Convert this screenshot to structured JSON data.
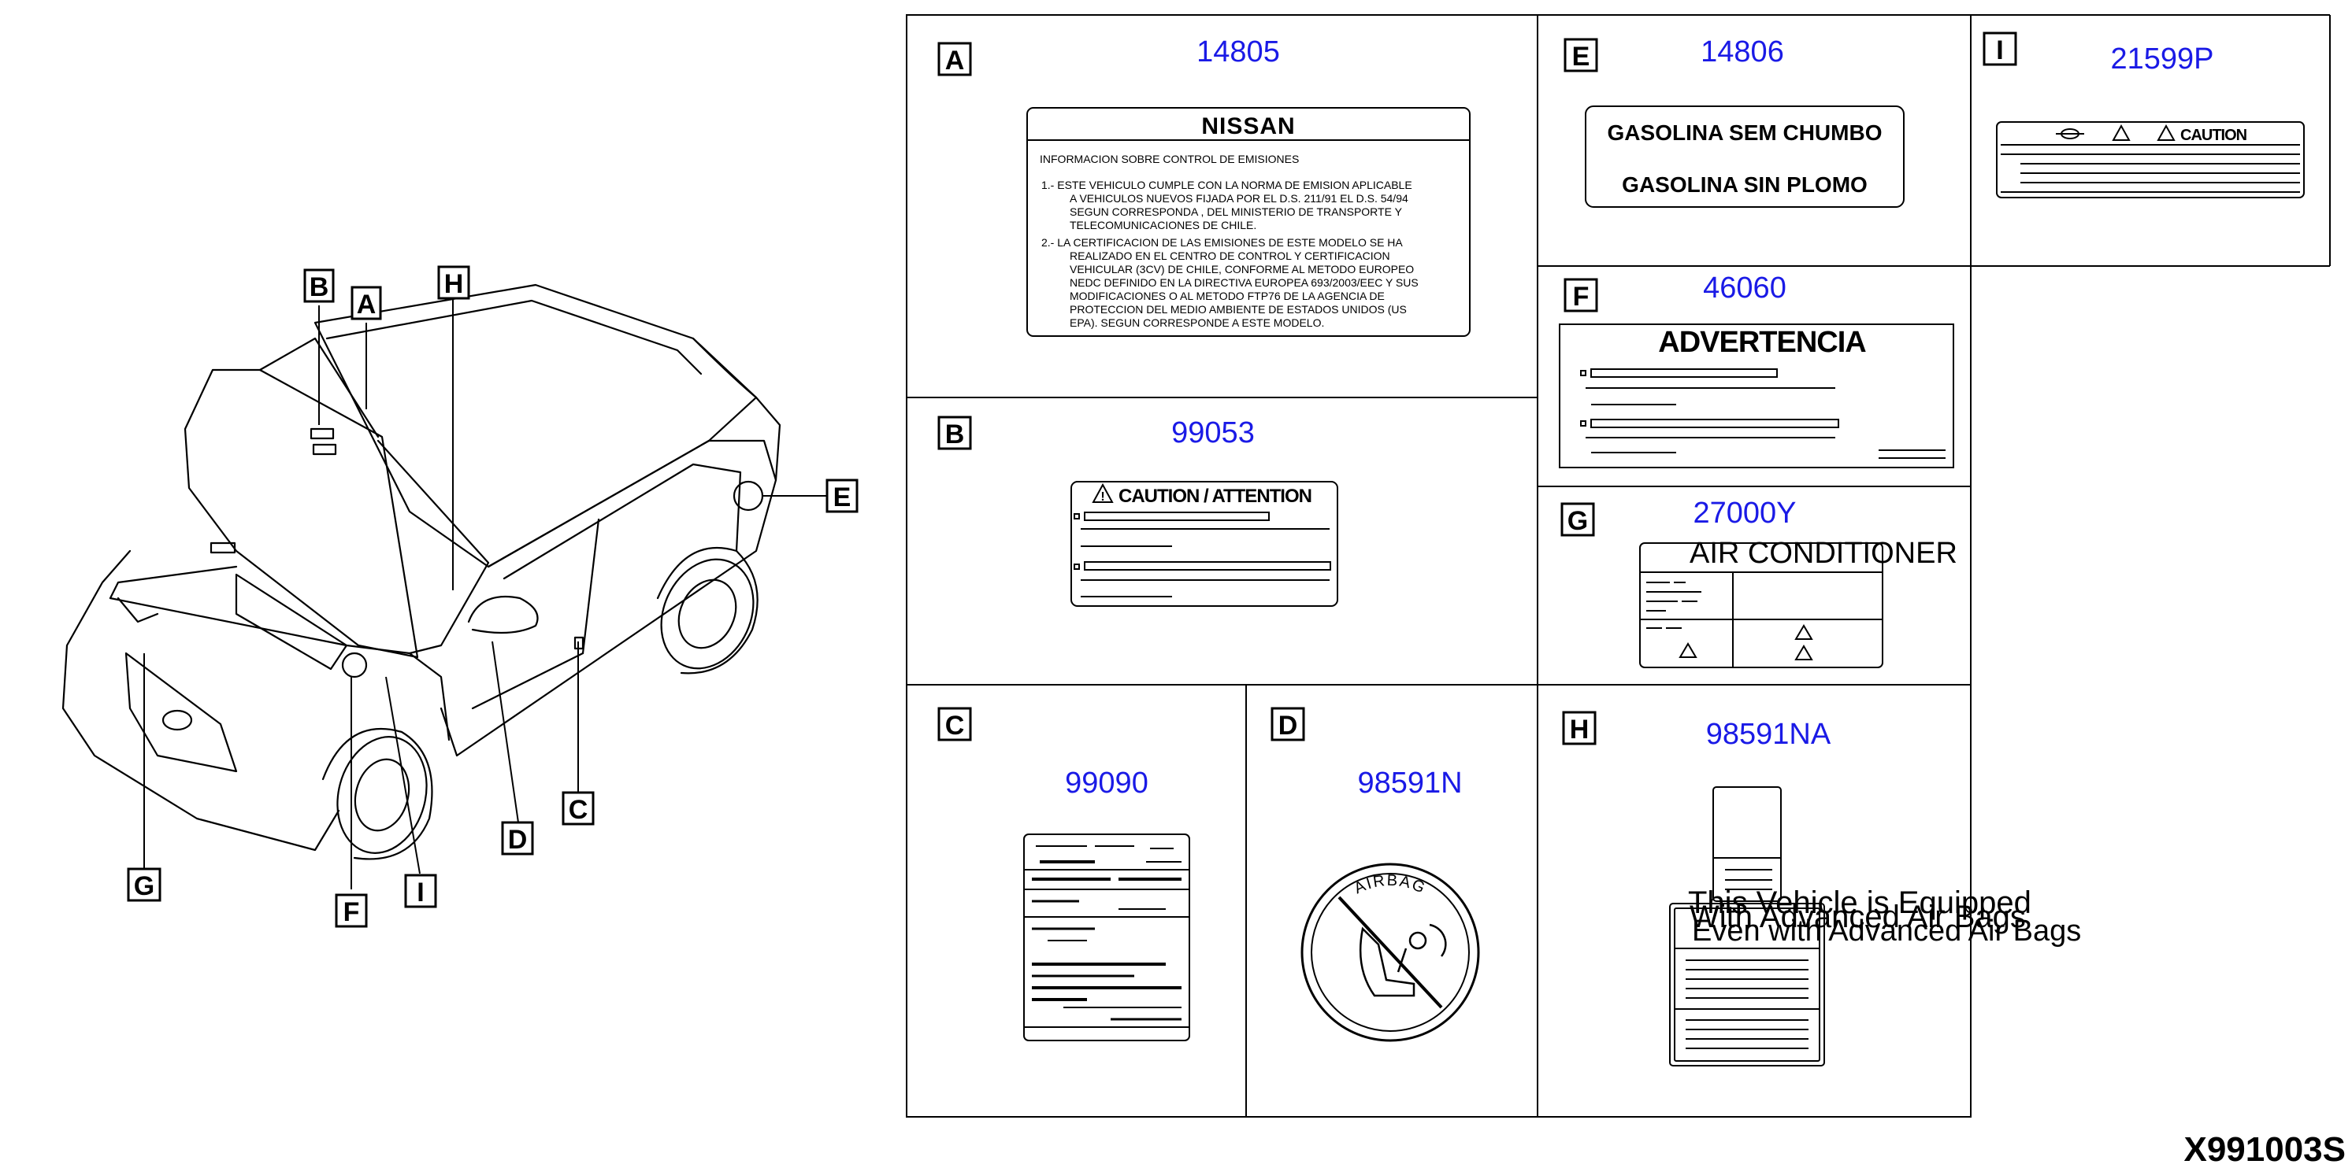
{
  "diagram_code": "X991003S",
  "car_callouts": [
    {
      "letter": "A"
    },
    {
      "letter": "B"
    },
    {
      "letter": "C"
    },
    {
      "letter": "D"
    },
    {
      "letter": "E"
    },
    {
      "letter": "F"
    },
    {
      "letter": "G"
    },
    {
      "letter": "H"
    },
    {
      "letter": "I"
    }
  ],
  "labels": {
    "A": {
      "letter": "A",
      "part_number": "14805",
      "brand": "NISSAN",
      "heading": "INFORMACION  SOBRE  CONTROL  DE  EMISIONES",
      "lines": [
        "1.-  ESTE VEHICULO CUMPLE CON LA NORMA DE EMISION APLICABLE",
        "A VEHICULOS NUEVOS FIJADA POR EL D.S. 211/91 EL D.S. 54/94",
        "SEGUN  CORRESPONDA , DEL  MINISTERIO  DE  TRANSPORTE  Y",
        "TELECOMUNICACIONES DE CHILE.",
        "2.- LA CERTIFICACION DE LAS EMISIONES  DE  ESTE  MODELO  SE  HA",
        "REALIZADO  EN  EL  CENTRO  DE  CONTROL  Y  CERTIFICACION",
        "VEHICULAR (3CV) DE  CHILE,  CONFORME  AL  METODO EUROPEO",
        "NEDC DEFINIDO EN LA DIRECTIVA EUROPEA 693/2003/EEC Y SUS",
        "MODIFICACIONES O  AL  METODO  FTP76  DE  LA  AGENCIA  DE",
        "PROTECCION  DEL  MEDIO  AMBIENTE  DE  ESTADOS  UNIDOS  (US",
        "EPA). SEGUN CORRESPONDE A ESTE MODELO."
      ]
    },
    "B": {
      "letter": "B",
      "part_number": "99053",
      "caption": "CAUTION / ATTENTION"
    },
    "C": {
      "letter": "C",
      "part_number": "99090"
    },
    "D": {
      "letter": "D",
      "part_number": "98591N",
      "badge": "AIRBAG"
    },
    "E": {
      "letter": "E",
      "part_number": "14806",
      "line1": "GASOLINA  SEM  CHUMBO",
      "line2": "GASOLINA  SIN  PLOMO"
    },
    "F": {
      "letter": "F",
      "part_number": "46060",
      "caption": "ADVERTENCIA"
    },
    "G": {
      "letter": "G",
      "part_number": "27000Y",
      "caption": "AIR CONDITIONER"
    },
    "H": {
      "letter": "H",
      "part_number": "98591NA",
      "line1": "This Vehicle is Equipped",
      "line2": "With Advanced Air Bags",
      "line3": "Even with Advanced Air Bags"
    },
    "I": {
      "letter": "I",
      "part_number": "21599P",
      "caption": "CAUTION"
    }
  }
}
